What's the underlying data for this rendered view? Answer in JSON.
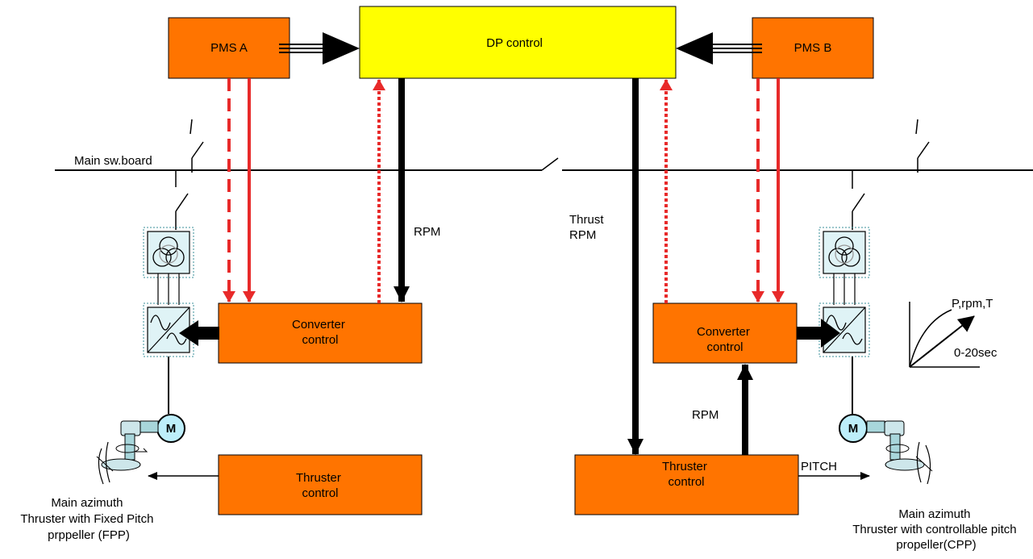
{
  "colors": {
    "orange": "#ff7400",
    "yellow": "#ffff00",
    "red": "#e82a2a",
    "panel": "#dff3f6",
    "motor": "#bdeefa",
    "black": "#000000"
  },
  "boxes": {
    "dp_control": "DP control",
    "pms_a": "PMS A",
    "pms_b": "PMS B",
    "converter_left": [
      "Converter",
      "control"
    ],
    "converter_right": [
      "Converter",
      "control"
    ],
    "thruster_left": [
      "Thruster",
      "control"
    ],
    "thruster_right": [
      "Thruster",
      "control"
    ]
  },
  "labels": {
    "main_switchboard": "Main sw.board",
    "rpm_left": "RPM",
    "thrust_rpm": [
      "Thrust",
      "RPM"
    ],
    "rpm_right": "RPM",
    "pitch": "PITCH",
    "ramp_output": "P,rpm,T",
    "ramp_time": "0-20sec",
    "motor": "M"
  },
  "captions": {
    "left": [
      "Main azimuth",
      "Thruster with Fixed Pitch",
      "prppeller (FPP)"
    ],
    "right": [
      "Main azimuth",
      "Thruster with controllable pitch",
      "propeller(CPP)"
    ]
  },
  "icons": [
    "transformer-icon",
    "frequency-converter-icon",
    "motor-icon",
    "azimuth-propeller-icon",
    "breaker-switch-icon",
    "ramp-graph-icon"
  ]
}
